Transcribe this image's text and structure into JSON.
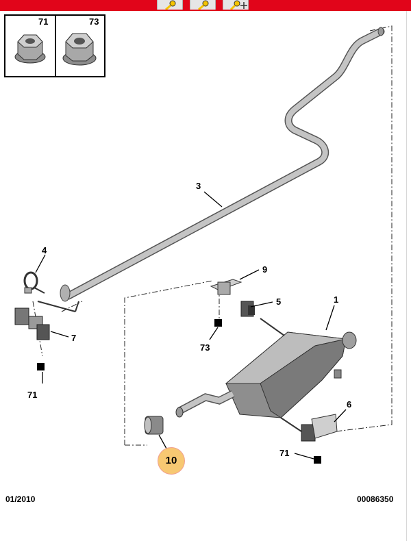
{
  "toolbar": {
    "buttons": [
      {
        "icon": "key-icon"
      },
      {
        "icon": "key-icon"
      },
      {
        "icon": "key-move-icon"
      }
    ]
  },
  "inset": {
    "parts": [
      {
        "number": "71",
        "icon": "flange-nut-icon"
      },
      {
        "number": "73",
        "icon": "flange-nut-icon"
      }
    ]
  },
  "callouts": {
    "c1": "1",
    "c3": "3",
    "c4": "4",
    "c5": "5",
    "c6": "6",
    "c7": "7",
    "c9": "9",
    "c10": "10",
    "c71a": "71",
    "c71b": "71",
    "c73": "73"
  },
  "footer": {
    "date": "01/2010",
    "reference": "00086350"
  },
  "colors": {
    "header": "#e1051a",
    "highlight": "#f7c872"
  }
}
